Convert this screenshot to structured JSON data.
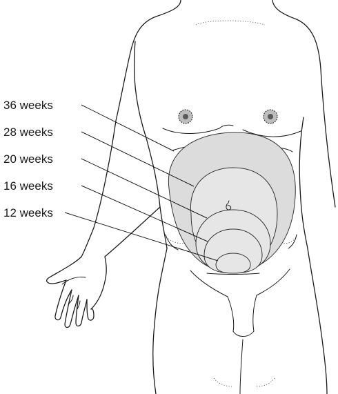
{
  "labels": {
    "w36": "36 weeks",
    "w28": "28 weeks",
    "w20": "20 weeks",
    "w16": "16 weeks",
    "w12": "12 weeks"
  },
  "colors": {
    "outer_fill": "#dcdcdc",
    "inner_fill": "#e6e6e6",
    "line": "#1a1a1a"
  }
}
